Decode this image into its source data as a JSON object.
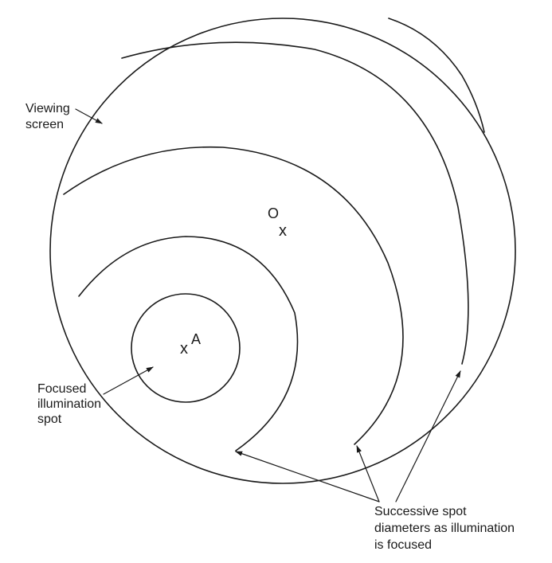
{
  "labels": {
    "viewing_screen": [
      "Viewing",
      "screen"
    ],
    "center_point": "O",
    "point_a": "A",
    "focused_spot": [
      "Focused",
      "illumination",
      "spot"
    ],
    "successive_spots": [
      "Successive spot",
      "diameters as illumination",
      "is focused"
    ]
  },
  "markers": {
    "cross": "x"
  },
  "colors": {
    "ink": "#1a1a1a",
    "background": "#ffffff"
  }
}
